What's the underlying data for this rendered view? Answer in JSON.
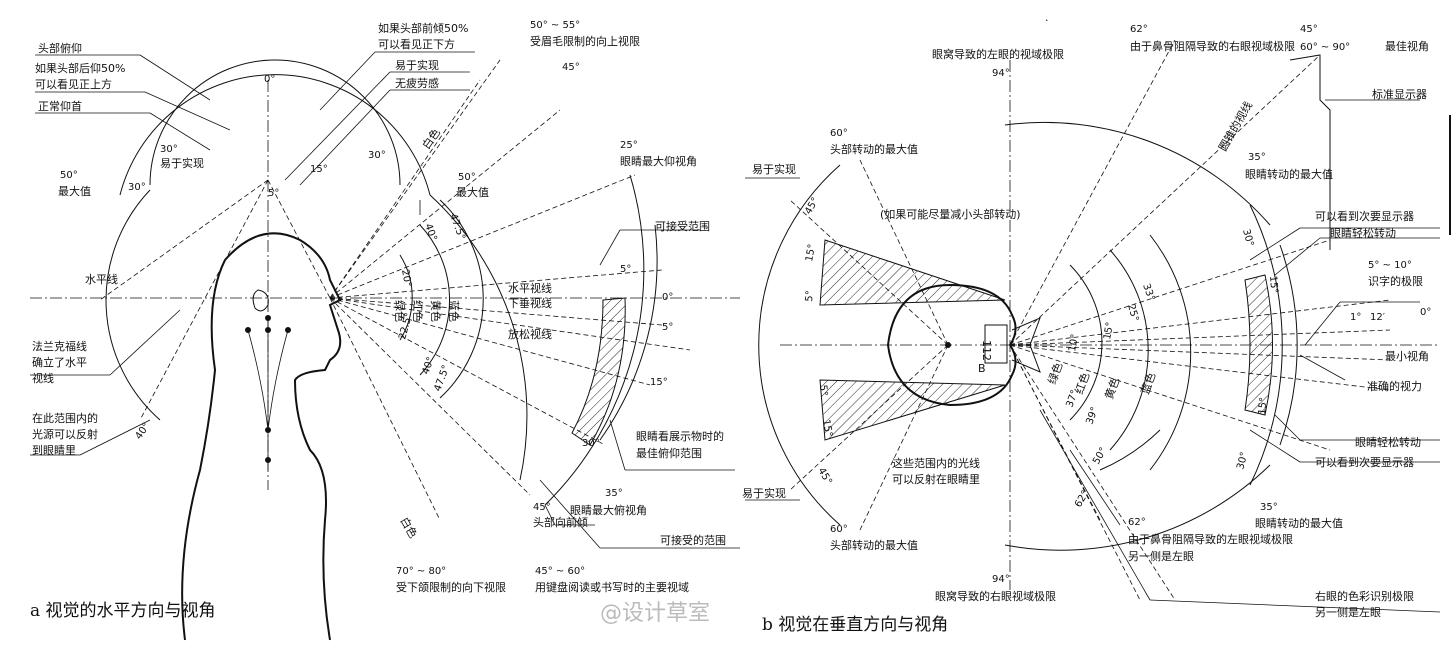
{
  "left": {
    "caption": "a 视觉的水平方向与视角",
    "labels": {
      "head_tilt": "头部俯仰",
      "head_back_1": "如果头部后仰50%",
      "head_back_2": "可以看见正上方",
      "normal_tilt": "正常仰首",
      "max_50": "50°",
      "max_value": "最大值",
      "easy_30": "30°",
      "easy_text": "易于实现",
      "head_fwd_1": "如果头部前倾50%",
      "head_fwd_2": "可以看见正下方",
      "easy_realize": "易于实现",
      "no_fatigue": "无疲劳感",
      "brow_angle": "50° ~ 55°",
      "brow_text": "受眉毛限制的向上视限",
      "deg45": "45°",
      "deg0": "0°",
      "deg15": "15°",
      "deg30_r": "30°",
      "deg30_l": "30°",
      "deg5": "5°",
      "white_top": "白色",
      "max_50_r": "50°",
      "max_value_r": "最大值",
      "up_25": "25°",
      "up_25_text": "眼睛最大仰视角",
      "acceptable": "可接受范围",
      "horizontal_line": "水平线",
      "horizontal_sight": "水平视线",
      "vertical_sight": "下垂视线",
      "relaxed_sight": "放松视线",
      "r_deg5_top": "5°",
      "r_deg0": "0°",
      "r_deg5": "5°",
      "r_deg15": "15°",
      "r_deg30": "30°",
      "frankfurt_1": "法兰克福线",
      "frankfurt_2": "确立了水平",
      "frankfurt_3": "视线",
      "reflect_1": "在此范围内的",
      "reflect_2": "光源可以反射",
      "reflect_3": "到眼睛里",
      "deg40": "40°",
      "deg30_arc": "30°",
      "best_1": "眼睛看展示物时的",
      "best_2": "最佳俯仰范围",
      "down_35": "35°",
      "down_35_text": "眼睛最大俯视角",
      "head_down_45": "45°",
      "head_down_text": "头部向前倾",
      "acceptable_range": "可接受的范围",
      "white_bottom": "白色",
      "jaw_angle": "70° ~ 80°",
      "jaw_text": "受下颌限制的向下视限",
      "keyboard_angle": "45° ~ 60°",
      "keyboard_text": "用键盘阅读或书写时的主要视域",
      "c40": "40°",
      "c47": "47.5°",
      "c20": "20°",
      "c22": "22.5°",
      "c40b": "40°",
      "c47b": "47.5°",
      "green": "绿色",
      "red": "红色",
      "yellow": "黄色",
      "blue": "蓝色"
    }
  },
  "right": {
    "caption": "b 视觉在垂直方向与视角",
    "labels": {
      "dot": "·",
      "eye_socket_left": "眼窝导致的左眼的视域极限",
      "deg94_top": "94°",
      "deg62_top": "62°",
      "nose_right": "由于鼻骨阻隔导致的右眼视域极限",
      "deg45": "45°",
      "deg60_90": "60° ~ 90°",
      "best_view": "最佳视角",
      "cone": "圆锥的视线",
      "std_display": "标准显示器",
      "head_max_60": "60°",
      "head_max_text": "头部转动的最大值",
      "easy_top": "易于实现",
      "minimize": "(如果可能尽量减小头部转动)",
      "eye_max_35": "35°",
      "eye_max_text": "眼睛转动的最大值",
      "secondary_top": "可以看到次要显示器",
      "eye_easy_top": "眼睛轻松转动",
      "deg5_10": "5° ~ 10°",
      "read_limit": "识字的极限",
      "deg1": "1°",
      "deg12": "12′",
      "deg0": "0°",
      "min_angle": "最小视角",
      "accurate": "准确的视力",
      "eye_easy_bottom": "眼睛轻松转动",
      "secondary_bottom": "可以看到次要显示器",
      "eye_max_35_b": "35°",
      "eye_max_text_b": "眼睛转动的最大值",
      "light_1": "这些范围内的光线",
      "light_2": "可以反射在眼睛里",
      "easy_bottom": "易于实现",
      "head_max_60_b": "60°",
      "head_max_text_b": "头部转动的最大值",
      "deg62_b": "62°",
      "nose_left": "由于鼻骨阻隔导致的左眼视域极限",
      "other_left": "另一侧是左眼",
      "deg94_b": "94°",
      "eye_socket_right": "眼窝导致的右眼视域极限",
      "color_limit_1": "右眼的色彩识别极限",
      "color_limit_2": "另一侧是左眼",
      "dim112": "112",
      "dimB": "B",
      "c45t": "45°",
      "c15t": "15°",
      "c5t": "5°",
      "c5b": "5°",
      "c15b": "15°",
      "c45b": "45°",
      "c30r": "30°",
      "c15r": "15°",
      "c15rb": "15°",
      "c30rb": "30°",
      "c33": "33°",
      "c25": "25°",
      "c10": "10°",
      "c15m": "15°",
      "c37": "37°",
      "c39": "39°",
      "c50": "50°",
      "c62": "62°",
      "green": "绿色",
      "red": "红色",
      "yellow": "黄色",
      "blue": "蓝色"
    }
  },
  "watermark": "@设计草室"
}
